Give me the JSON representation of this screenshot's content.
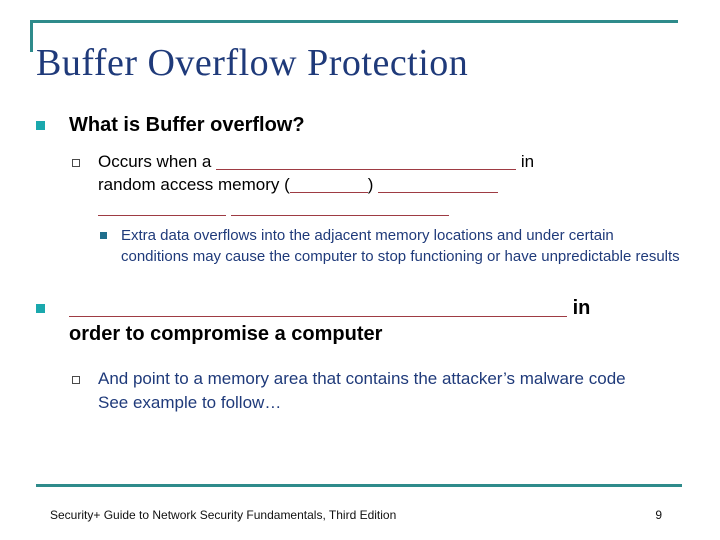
{
  "slide": {
    "title": "Buffer Overflow Protection",
    "accent_color": "#2E8B8B",
    "title_color": "#1F3A7A",
    "bullet_l1_color": "#1AA8AD",
    "blank_color": "#9E3B43",
    "body_navy_color": "#1F3A7A"
  },
  "content": {
    "b1": {
      "text": "What is Buffer overflow?",
      "sub": {
        "line1_pre": "Occurs when a",
        "line1_post": "in",
        "line2_pre": "random access memory (",
        "line2_mid": ")",
        "line3": "",
        "detail": "Extra data overflows into the adjacent memory locations and under certain conditions may cause the computer to stop functioning or have unpredictable results"
      }
    },
    "b2": {
      "post": "in",
      "line2": "order to compromise a computer",
      "sub1": "And point to a memory area that contains the attacker’s malware code",
      "sub2": "See example to follow…"
    }
  },
  "footer": {
    "source": "Security+ Guide to Network Security Fundamentals, Third Edition",
    "page": "9"
  }
}
